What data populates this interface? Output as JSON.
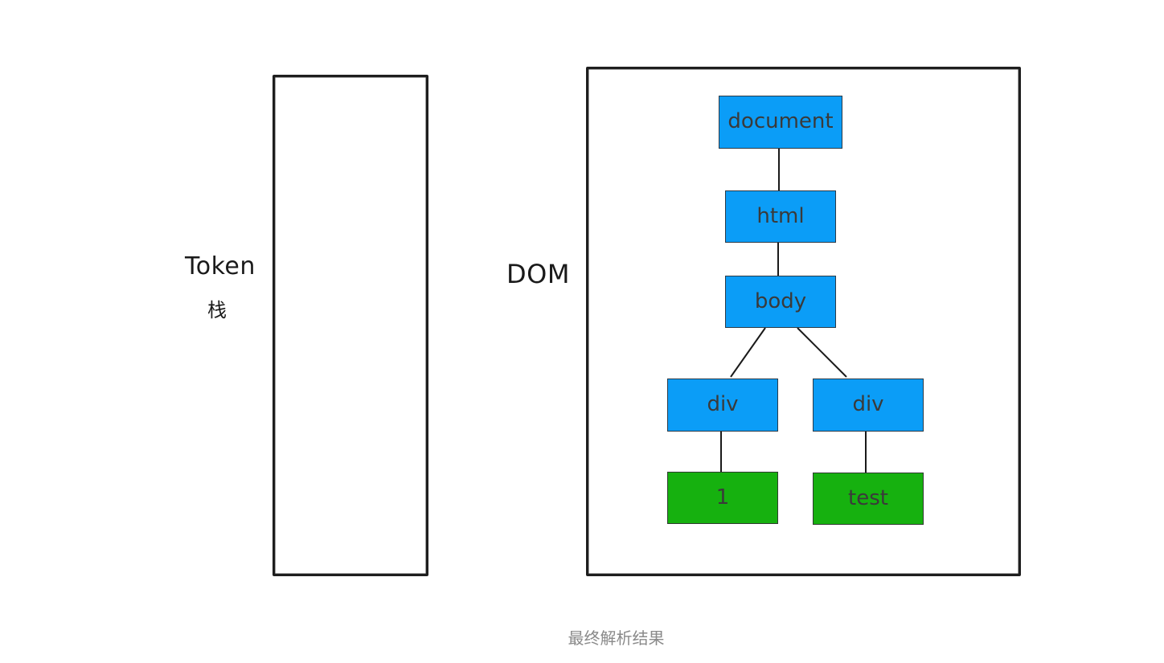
{
  "labels": {
    "token": "Token",
    "stack": "栈",
    "dom": "DOM"
  },
  "dom_tree": {
    "document": "document",
    "html": "html",
    "body": "body",
    "div_left": "div",
    "div_right": "div",
    "text_left": "1",
    "text_right": "test"
  },
  "colors": {
    "element_node": "#0b9df7",
    "text_node": "#16b10f"
  },
  "caption": "最终解析结果"
}
